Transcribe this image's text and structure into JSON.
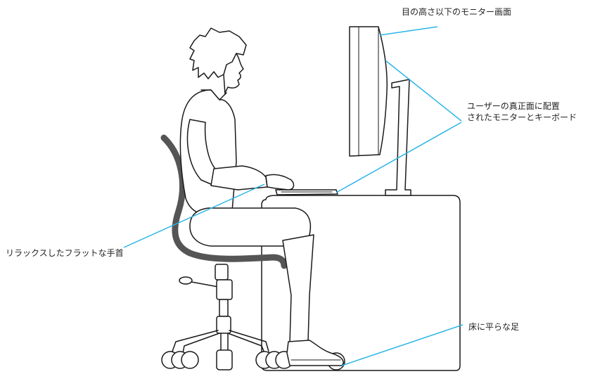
{
  "labels": {
    "monitor_eye_level": "目の高さ以下のモニター画面",
    "centered_line1": "ユーザーの真正面に配置",
    "centered_line2": "されたモニターとキーボード",
    "wrist": "リラックスしたフラットな手首",
    "floor": "床に平らな足"
  },
  "colors": {
    "leader_line": "#2bb5e8",
    "outline": "#1a1a1a",
    "chair": "#555555"
  }
}
